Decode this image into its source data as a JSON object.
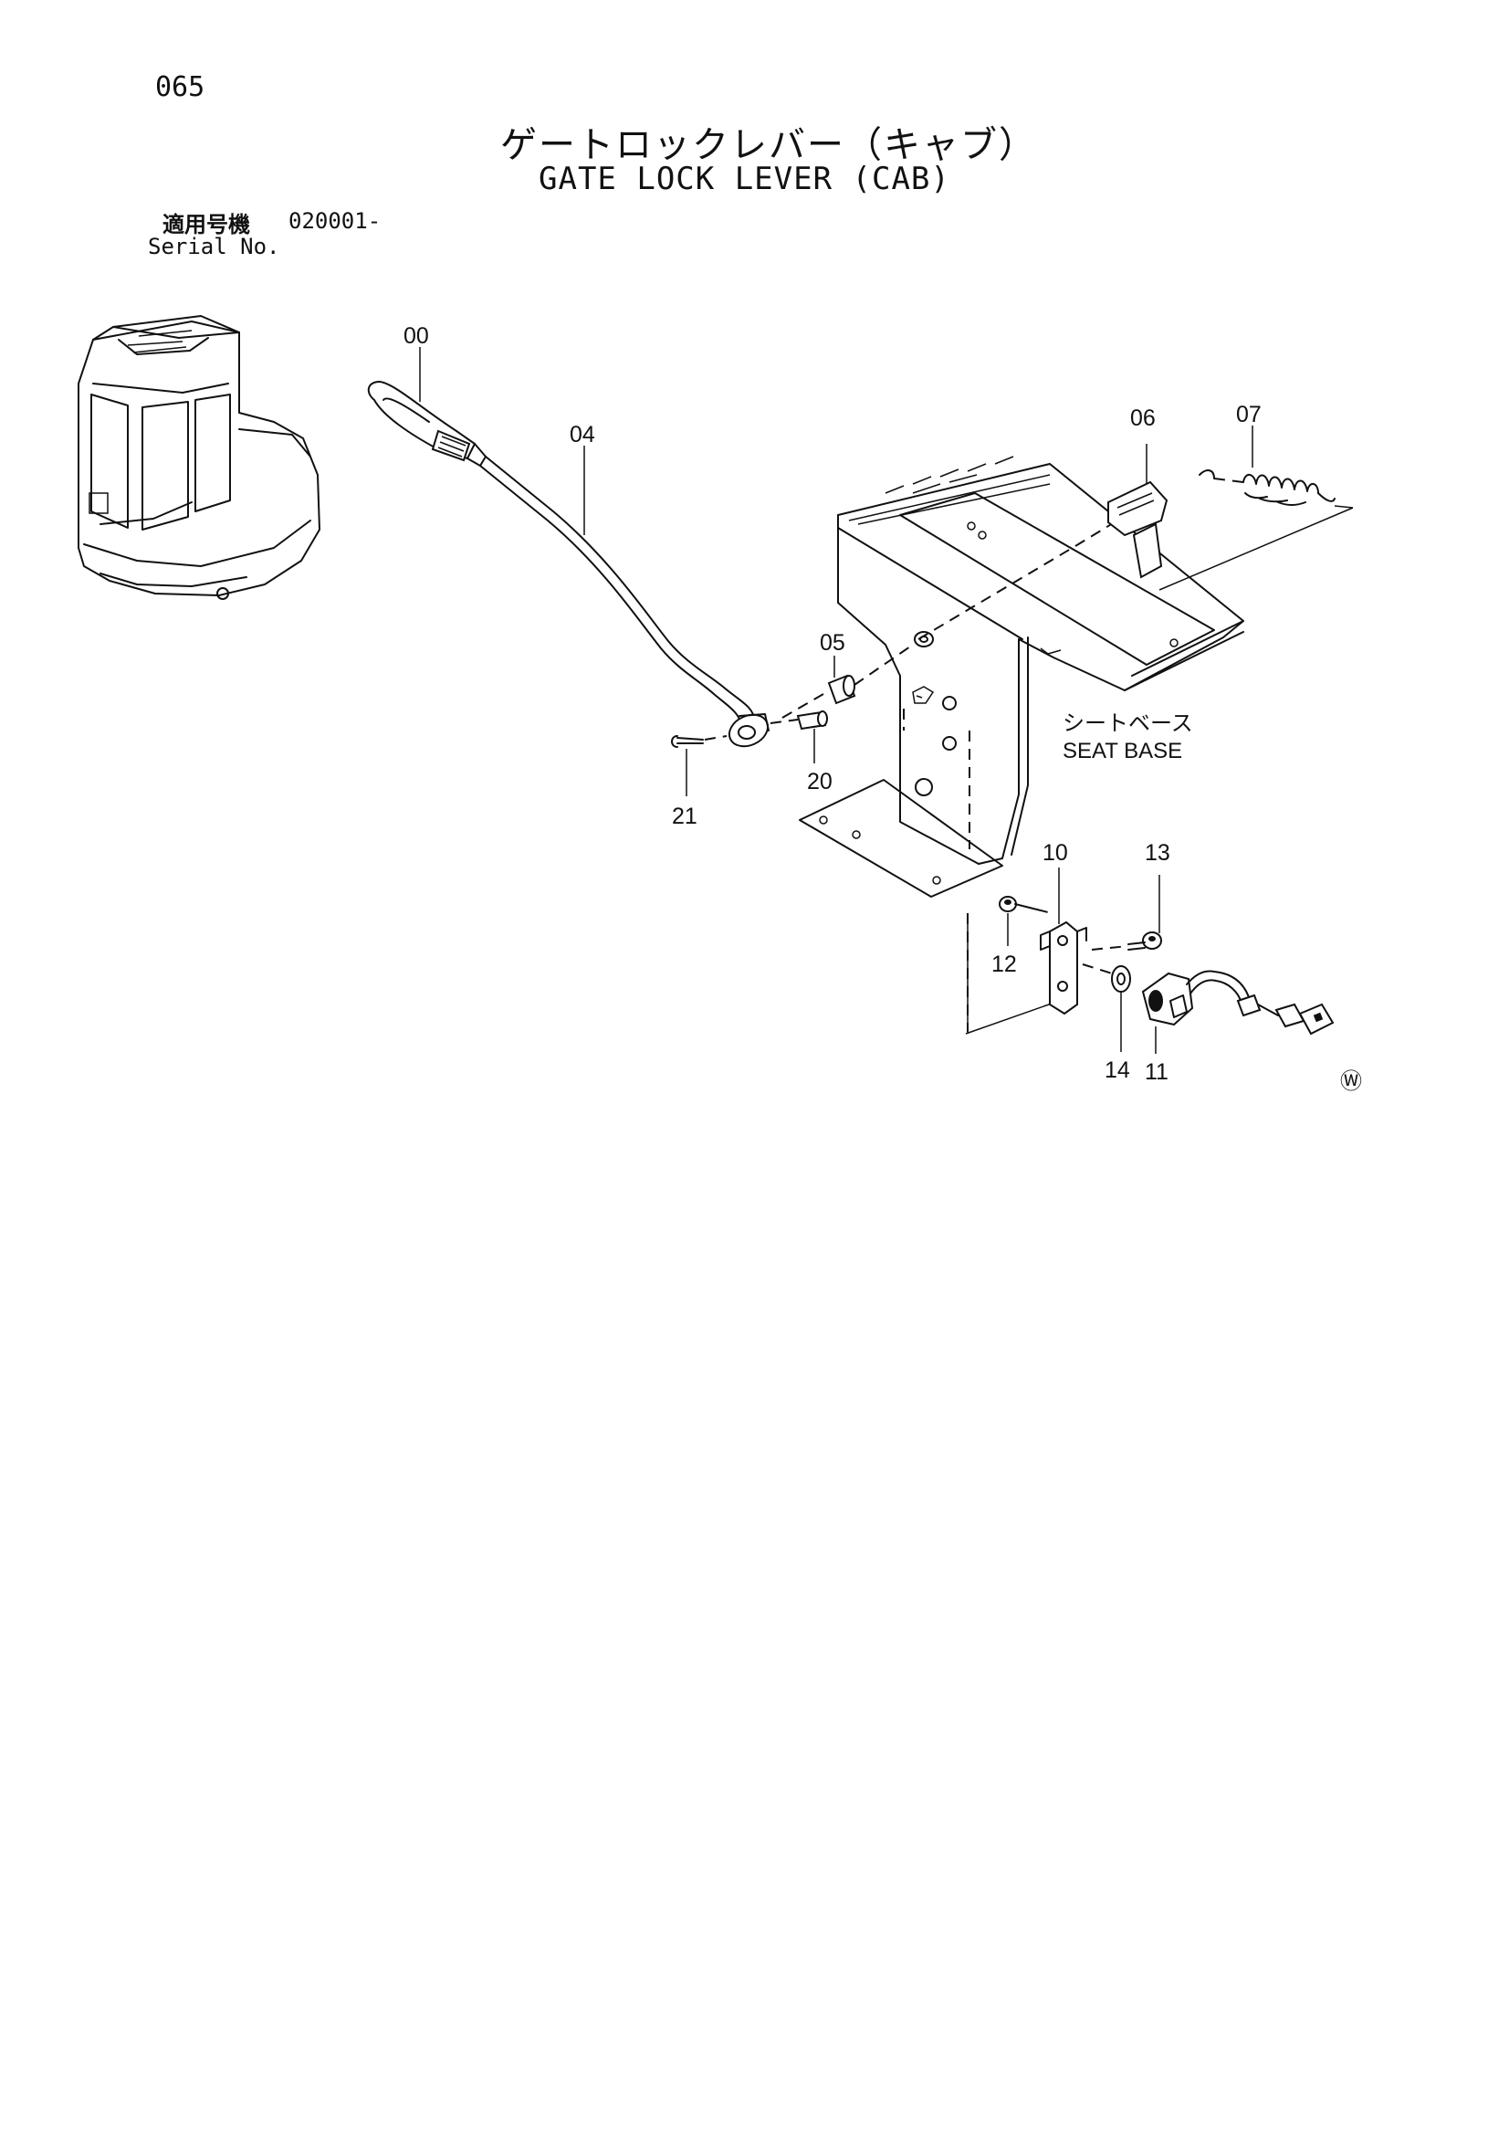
{
  "header": {
    "page_number": "065",
    "title_ja": "ゲートロックレバー（キャブ）",
    "title_en": "GATE LOCK LEVER (CAB)",
    "serial_label_ja": "適用号機",
    "serial_value": "020001-",
    "serial_label_en": "Serial No."
  },
  "diagram": {
    "seat_base_label_ja": "シートベース",
    "seat_base_label_en": "SEAT BASE",
    "watermark_symbol": "Ⓦ",
    "part_numbers": [
      "00",
      "04",
      "05",
      "06",
      "07",
      "10",
      "11",
      "12",
      "13",
      "14",
      "20",
      "21"
    ]
  }
}
